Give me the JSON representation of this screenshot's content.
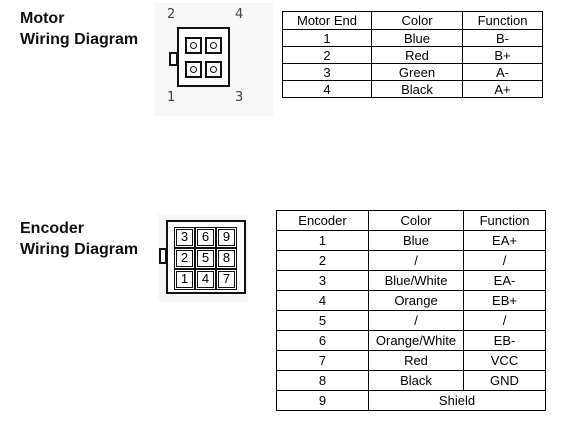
{
  "motor": {
    "title_line1": "Motor",
    "title_line2": "Wiring Diagram",
    "pin_numbers": {
      "top_left": "2",
      "top_right": "4",
      "bottom_left": "1",
      "bottom_right": "3"
    },
    "table": {
      "headers": [
        "Motor End",
        "Color",
        "Function"
      ],
      "rows": [
        [
          "1",
          "Blue",
          "B-"
        ],
        [
          "2",
          "Red",
          "B+"
        ],
        [
          "3",
          "Green",
          "A-"
        ],
        [
          "4",
          "Black",
          "A+"
        ]
      ]
    }
  },
  "encoder": {
    "title_line1": "Encoder",
    "title_line2": "Wiring Diagram",
    "pins": [
      [
        "3",
        "6",
        "9"
      ],
      [
        "2",
        "5",
        "8"
      ],
      [
        "1",
        "4",
        "7"
      ]
    ],
    "table": {
      "headers": [
        "Encoder",
        "Color",
        "Function"
      ],
      "rows": [
        [
          "1",
          "Blue",
          "EA+"
        ],
        [
          "2",
          "/",
          "/"
        ],
        [
          "3",
          "Blue/White",
          "EA-"
        ],
        [
          "4",
          "Orange",
          "EB+"
        ],
        [
          "5",
          "/",
          "/"
        ],
        [
          "6",
          "Orange/White",
          "EB-"
        ],
        [
          "7",
          "Red",
          "VCC"
        ],
        [
          "8",
          "Black",
          "GND"
        ],
        [
          "9",
          "Shield",
          ""
        ]
      ]
    }
  }
}
